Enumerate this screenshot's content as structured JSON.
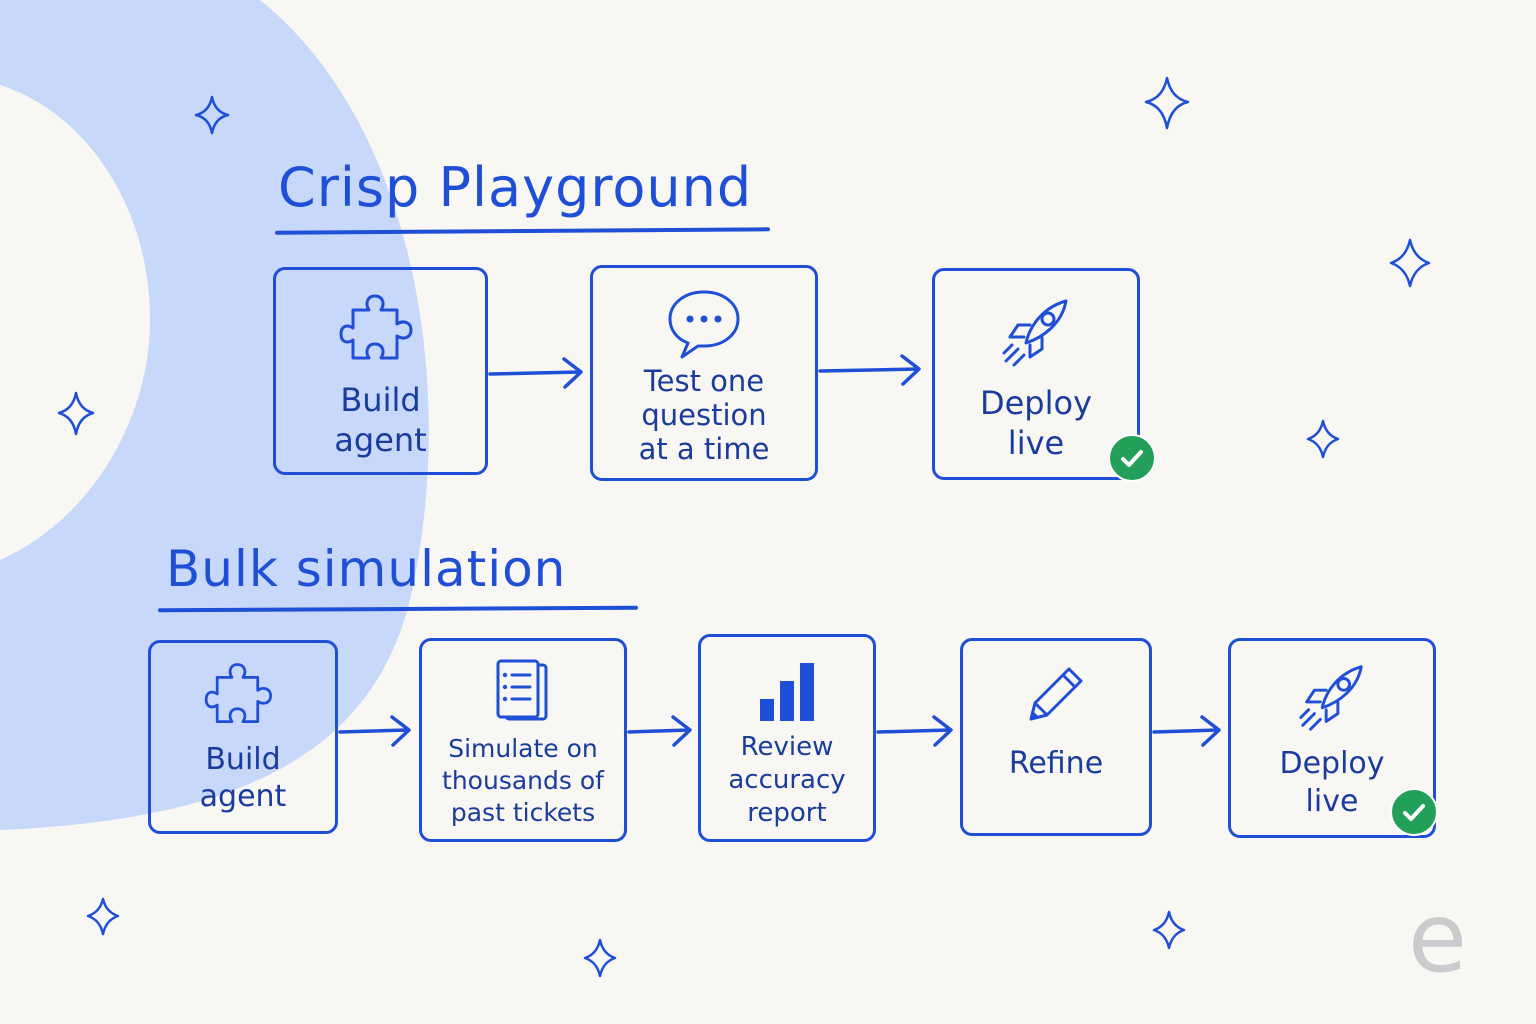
{
  "diagram": {
    "flows": [
      {
        "title": "Crisp Playground",
        "steps": [
          {
            "label": "Build\nagent",
            "icon": "puzzle-icon"
          },
          {
            "label": "Test one\nquestion\nat a time",
            "icon": "chat-bubble-icon"
          },
          {
            "label": "Deploy\nlive",
            "icon": "rocket-icon",
            "status": "check-icon"
          }
        ]
      },
      {
        "title": "Bulk simulation",
        "steps": [
          {
            "label": "Build\nagent",
            "icon": "puzzle-icon"
          },
          {
            "label": "Simulate on\nthousands of\npast tickets",
            "icon": "document-list-icon"
          },
          {
            "label": "Review\naccuracy\nreport",
            "icon": "bar-chart-icon"
          },
          {
            "label": "Refine",
            "icon": "pencil-icon"
          },
          {
            "label": "Deploy\nlive",
            "icon": "rocket-icon",
            "status": "check-icon"
          }
        ]
      }
    ],
    "watermark": "e"
  },
  "colors": {
    "ink": "#1f4fd6",
    "text": "#1a3c9e",
    "background": "#f8f7f3",
    "blob": "#c7d8fa",
    "success": "#22a05a",
    "watermark": "#c9cbcc"
  }
}
